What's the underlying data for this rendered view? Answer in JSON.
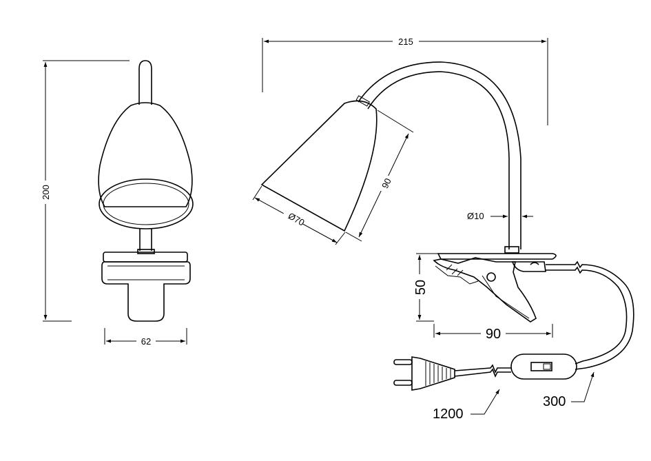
{
  "colors": {
    "line": "#000000",
    "background": "#ffffff"
  },
  "dimensions": {
    "height": "200",
    "width_front": "62",
    "width_total": "215",
    "shade_length": "90",
    "shade_diameter": "Ø70",
    "arm_diameter": "Ø10",
    "clamp_height": "50",
    "clamp_width": "90",
    "cable_length": "1200",
    "switch_distance": "300"
  }
}
